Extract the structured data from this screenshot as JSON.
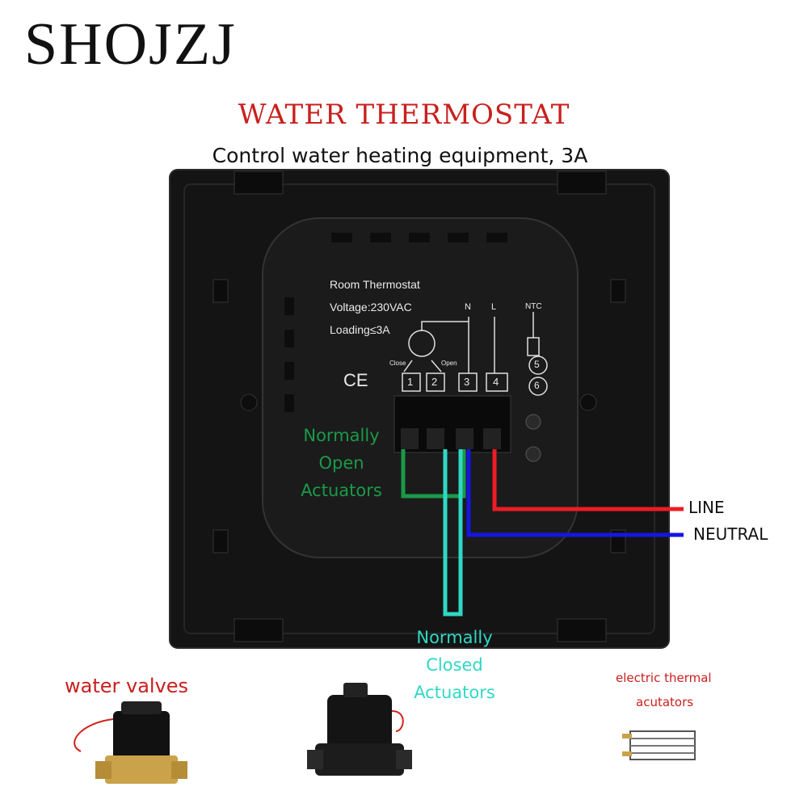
{
  "header": {
    "logo": "SHOJZJ",
    "title": "WATER THERMOSTAT",
    "subtitle": "Control water heating equipment, 3A"
  },
  "device": {
    "name": "Room Thermostat",
    "voltage": "Voltage:230VAC",
    "loading": "Loading≤3A",
    "ce": "CE",
    "terminal_labels": [
      "N",
      "L",
      "NTC"
    ],
    "terminals": [
      "1",
      "2",
      "3",
      "4"
    ],
    "ntc_terminals": [
      "5",
      "6"
    ],
    "close_label": "Close",
    "open_label": "Open"
  },
  "labels": {
    "normally_open": [
      "Normally",
      "Open",
      "Actuators"
    ],
    "normally_closed": [
      "Normally",
      "Closed",
      "Actuators"
    ],
    "line": "LINE",
    "neutral": "NEUTRAL"
  },
  "products": {
    "water_valves": "water valves",
    "thermal_line1": "electric thermal",
    "thermal_line2": "acutators"
  },
  "colors": {
    "title": "#c8201e",
    "line_wire": "#ee1c24",
    "neutral_wire": "#1616e0",
    "normally_open_wire": "#1a9a48",
    "normally_closed_wire": "#2fd8c4",
    "panel": "#141414"
  }
}
